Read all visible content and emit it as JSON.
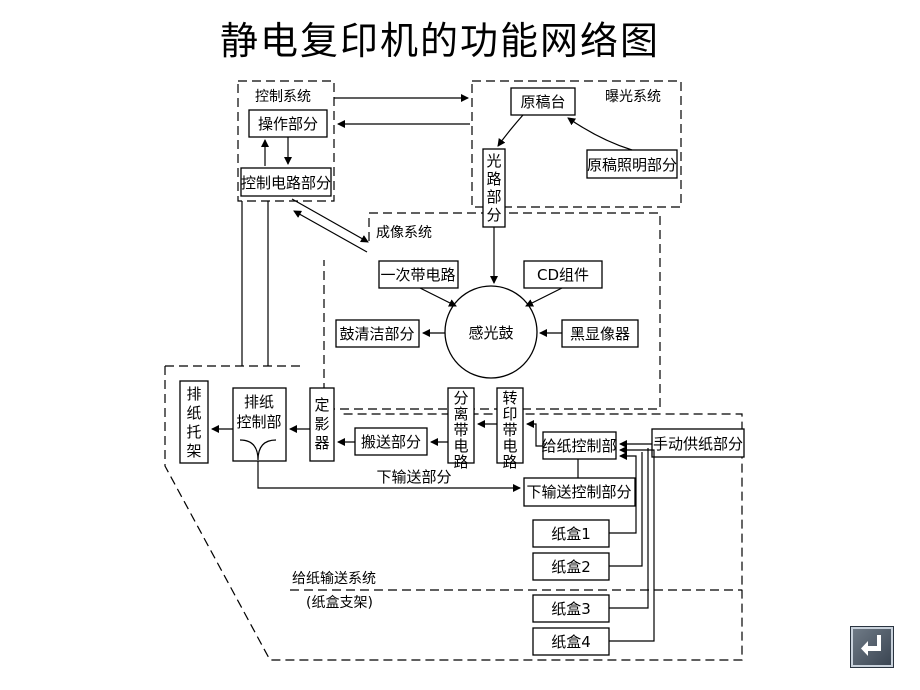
{
  "title": "静电复印机的功能网络图",
  "systems": {
    "control": "控制系统",
    "exposure": "曝光系统",
    "imaging": "成像系统",
    "feed": "给纸输送系统",
    "feed_sub": "(纸盒支架)"
  },
  "blocks": {
    "operation": "操作部分",
    "control_circuit": "控制电路部分",
    "platen": "原稿台",
    "original_light": "原稿照明部分",
    "optical_path": "光路部分",
    "primary_charge": "一次带电路",
    "cd_unit": "CD组件",
    "drum_clean": "鼓清洁部分",
    "drum": "感光鼓",
    "developer": "黑显像器",
    "exit_tray": "排纸托架",
    "exit_control": "排纸控制部",
    "fuser": "定影器",
    "transport": "搬送部分",
    "separation": "分离带电路",
    "transfer": "转印带电路",
    "feed_control": "给纸控制部",
    "manual_feed": "手动供纸部分",
    "lower_transport_label": "下输送部分",
    "lower_transport_control": "下输送控制部分",
    "cassettes": [
      "纸盒1",
      "纸盒2",
      "纸盒3",
      "纸盒4"
    ]
  },
  "nav": {
    "back_icon": "return-arrow-icon"
  }
}
